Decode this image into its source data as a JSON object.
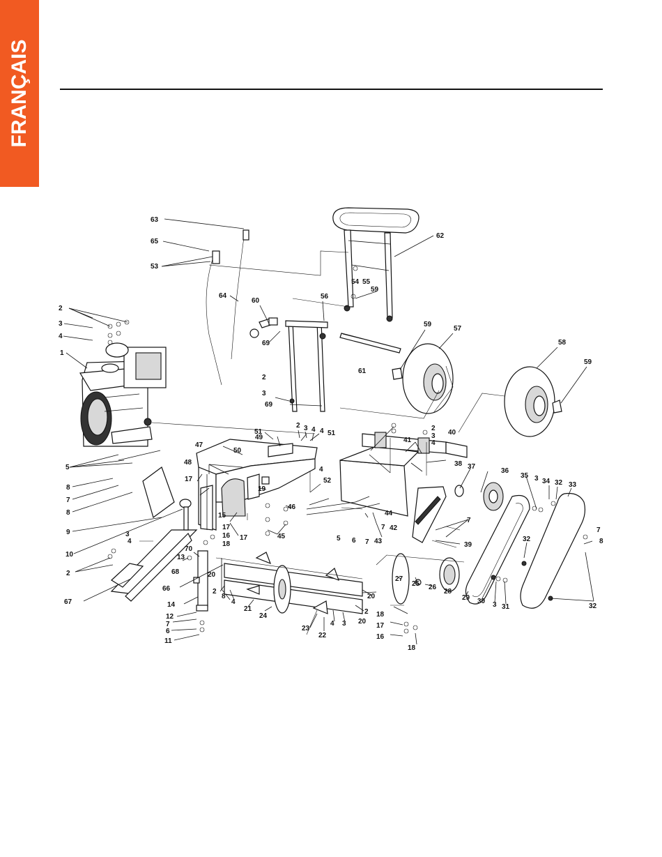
{
  "language_tab": "FRANÇAIS",
  "colors": {
    "tab": "#f15a22",
    "ink": "#111111"
  },
  "callouts": [
    {
      "id": "c63",
      "label": "63"
    },
    {
      "id": "c65",
      "label": "65"
    },
    {
      "id": "c53",
      "label": "53"
    },
    {
      "id": "c62",
      "label": "62"
    },
    {
      "id": "c54",
      "label": "54"
    },
    {
      "id": "c55",
      "label": "55"
    },
    {
      "id": "c59a",
      "label": "59"
    },
    {
      "id": "c64",
      "label": "64"
    },
    {
      "id": "c60",
      "label": "60"
    },
    {
      "id": "c56",
      "label": "56"
    },
    {
      "id": "c69a",
      "label": "69"
    },
    {
      "id": "c59b",
      "label": "59"
    },
    {
      "id": "c57",
      "label": "57"
    },
    {
      "id": "c58",
      "label": "58"
    },
    {
      "id": "c59c",
      "label": "59"
    },
    {
      "id": "c61",
      "label": "61"
    },
    {
      "id": "c2a",
      "label": "2"
    },
    {
      "id": "c3a",
      "label": "3"
    },
    {
      "id": "c4a",
      "label": "4"
    },
    {
      "id": "c1",
      "label": "1"
    },
    {
      "id": "c2b",
      "label": "2"
    },
    {
      "id": "c3b",
      "label": "3"
    },
    {
      "id": "c69b",
      "label": "69"
    },
    {
      "id": "c51a",
      "label": "51"
    },
    {
      "id": "c2c",
      "label": "2"
    },
    {
      "id": "c3c",
      "label": "3"
    },
    {
      "id": "c4c",
      "label": "4"
    },
    {
      "id": "c4d",
      "label": "4"
    },
    {
      "id": "c51b",
      "label": "51"
    },
    {
      "id": "c49",
      "label": "49"
    },
    {
      "id": "c2d",
      "label": "2"
    },
    {
      "id": "c3d",
      "label": "3"
    },
    {
      "id": "c4e",
      "label": "4"
    },
    {
      "id": "c40",
      "label": "40"
    },
    {
      "id": "c47",
      "label": "47"
    },
    {
      "id": "c50",
      "label": "50"
    },
    {
      "id": "c48",
      "label": "48"
    },
    {
      "id": "c41",
      "label": "41"
    },
    {
      "id": "c5a",
      "label": "5"
    },
    {
      "id": "c38",
      "label": "38"
    },
    {
      "id": "c37",
      "label": "37"
    },
    {
      "id": "c36",
      "label": "36"
    },
    {
      "id": "c35",
      "label": "35"
    },
    {
      "id": "c3e",
      "label": "3"
    },
    {
      "id": "c34",
      "label": "34"
    },
    {
      "id": "c32a",
      "label": "32"
    },
    {
      "id": "c33",
      "label": "33"
    },
    {
      "id": "c8a",
      "label": "8"
    },
    {
      "id": "c17a",
      "label": "17"
    },
    {
      "id": "c4f",
      "label": "4"
    },
    {
      "id": "c52",
      "label": "52"
    },
    {
      "id": "c7a",
      "label": "7"
    },
    {
      "id": "c19",
      "label": "19"
    },
    {
      "id": "c8b",
      "label": "8"
    },
    {
      "id": "c46",
      "label": "46"
    },
    {
      "id": "c9",
      "label": "9"
    },
    {
      "id": "c42",
      "label": "42"
    },
    {
      "id": "c15",
      "label": "15"
    },
    {
      "id": "c17b",
      "label": "17"
    },
    {
      "id": "c45",
      "label": "45"
    },
    {
      "id": "c44",
      "label": "44"
    },
    {
      "id": "c7b",
      "label": "7"
    },
    {
      "id": "c5b",
      "label": "5"
    },
    {
      "id": "c6a",
      "label": "6"
    },
    {
      "id": "c7c",
      "label": "7"
    },
    {
      "id": "c43",
      "label": "43"
    },
    {
      "id": "c16a",
      "label": "16"
    },
    {
      "id": "c18a",
      "label": "18"
    },
    {
      "id": "c17c",
      "label": "17"
    },
    {
      "id": "c10",
      "label": "10"
    },
    {
      "id": "c3f",
      "label": "3"
    },
    {
      "id": "c4g",
      "label": "4"
    },
    {
      "id": "c2e",
      "label": "2"
    },
    {
      "id": "c68",
      "label": "68"
    },
    {
      "id": "c39",
      "label": "39"
    },
    {
      "id": "c7d",
      "label": "7"
    },
    {
      "id": "c32b",
      "label": "32"
    },
    {
      "id": "c7e",
      "label": "7"
    },
    {
      "id": "c8c",
      "label": "8"
    },
    {
      "id": "c13",
      "label": "13"
    },
    {
      "id": "c70",
      "label": "70"
    },
    {
      "id": "c20a",
      "label": "20"
    },
    {
      "id": "c66",
      "label": "66"
    },
    {
      "id": "c27",
      "label": "27"
    },
    {
      "id": "c25",
      "label": "25"
    },
    {
      "id": "c26",
      "label": "26"
    },
    {
      "id": "c28",
      "label": "28"
    },
    {
      "id": "c29",
      "label": "29"
    },
    {
      "id": "c30",
      "label": "30"
    },
    {
      "id": "c3g",
      "label": "3"
    },
    {
      "id": "c31",
      "label": "31"
    },
    {
      "id": "c32c",
      "label": "32"
    },
    {
      "id": "c2f",
      "label": "2"
    },
    {
      "id": "c8d",
      "label": "8"
    },
    {
      "id": "c4h",
      "label": "4"
    },
    {
      "id": "c20b",
      "label": "20"
    },
    {
      "id": "c67",
      "label": "67"
    },
    {
      "id": "c14",
      "label": "14"
    },
    {
      "id": "c21",
      "label": "21"
    },
    {
      "id": "c24",
      "label": "24"
    },
    {
      "id": "c2g",
      "label": "2"
    },
    {
      "id": "c20c",
      "label": "20"
    },
    {
      "id": "c12",
      "label": "12"
    },
    {
      "id": "c7f",
      "label": "7"
    },
    {
      "id": "c6b",
      "label": "6"
    },
    {
      "id": "c11",
      "label": "11"
    },
    {
      "id": "c23",
      "label": "23"
    },
    {
      "id": "c22",
      "label": "22"
    },
    {
      "id": "c4i",
      "label": "4"
    },
    {
      "id": "c3h",
      "label": "3"
    },
    {
      "id": "c18b",
      "label": "18"
    },
    {
      "id": "c17d",
      "label": "17"
    },
    {
      "id": "c16b",
      "label": "16"
    },
    {
      "id": "c18c",
      "label": "18"
    }
  ]
}
